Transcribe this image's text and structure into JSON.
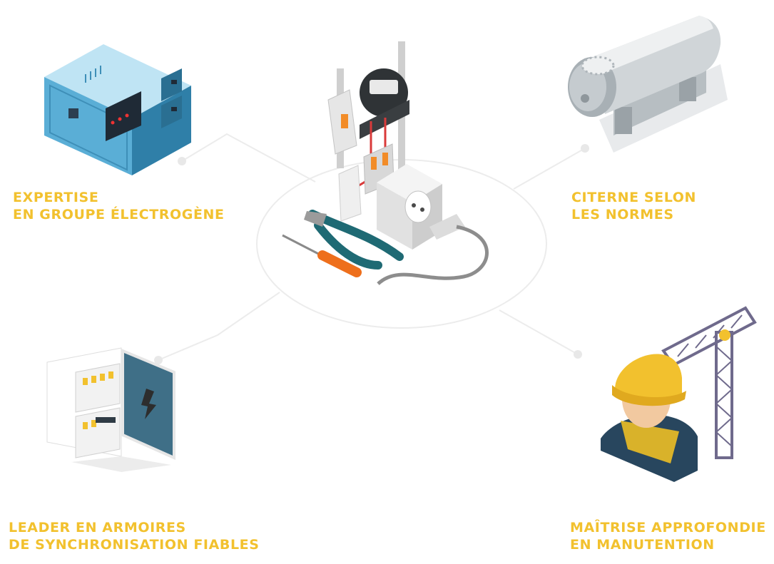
{
  "colors": {
    "accent": "#f2c12e",
    "connector": "#e6e6e6",
    "generator": "#5aaed6",
    "tank": "#c7cdd1",
    "panel_door": "#3f6f87",
    "helmet": "#f2c12e",
    "crane": "#6f6a8c"
  },
  "features": [
    {
      "id": "generator",
      "icon": "generator-icon",
      "lines": [
        "EXPERTISE",
        "EN GROUPE ÉLECTROGÈNE"
      ]
    },
    {
      "id": "tank",
      "icon": "fuel-tank-icon",
      "lines": [
        "CITERNE SELON",
        "LES NORMES"
      ]
    },
    {
      "id": "cabinet",
      "icon": "electrical-cabinet-icon",
      "lines": [
        "LEADER EN ARMOIRES",
        "DE SYNCHRONISATION FIABLES"
      ]
    },
    {
      "id": "handling",
      "icon": "worker-crane-icon",
      "lines": [
        "MAÎTRISE APPROFONDIE",
        "EN MANUTENTION"
      ]
    }
  ],
  "center": {
    "icon": "electrical-tools-icon"
  }
}
